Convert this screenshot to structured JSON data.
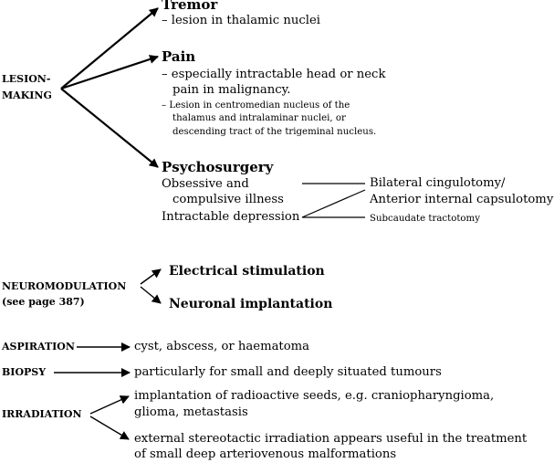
{
  "lesion_making": {
    "label_line1": "LESION-",
    "label_line2": "MAKING",
    "tremor": {
      "heading": "Tremor",
      "detail": "– lesion in thalamic nuclei"
    },
    "pain": {
      "heading": "Pain",
      "detail_line1": "– especially intractable head or neck",
      "detail_line2": "pain in malignancy.",
      "note_line1": "– Lesion in centromedian nucleus of the",
      "note_line2": "thalamus and intralaminar nuclei, or",
      "note_line3": "descending tract of the trigeminal nucleus."
    },
    "psychosurgery": {
      "heading": "Psychosurgery",
      "condition1_line1": "Obsessive and",
      "condition1_line2": "compulsive illness",
      "condition2": "Intractable depression",
      "procedure1_line1": "Bilateral cingulotomy/",
      "procedure1_line2": "Anterior internal capsulotomy",
      "procedure2": "Subcaudate tractotomy"
    }
  },
  "neuromodulation": {
    "label_line1": "NEUROMODULATION",
    "label_line2": "(see page 387)",
    "option1": "Electrical stimulation",
    "option2": "Neuronal implantation"
  },
  "aspiration": {
    "label": "ASPIRATION",
    "target": "cyst, abscess, or haematoma"
  },
  "biopsy": {
    "label": "BIOPSY",
    "target": "particularly for small and deeply situated tumours"
  },
  "irradiation": {
    "label": "IRRADIATION",
    "option1_line1": "implantation of radioactive seeds, e.g. craniopharyngioma,",
    "option1_line2": "glioma, metastasis",
    "option2_line1": "external stereotactic irradiation appears useful in the treatment",
    "option2_line2": "of small deep arteriovenous malformations"
  }
}
